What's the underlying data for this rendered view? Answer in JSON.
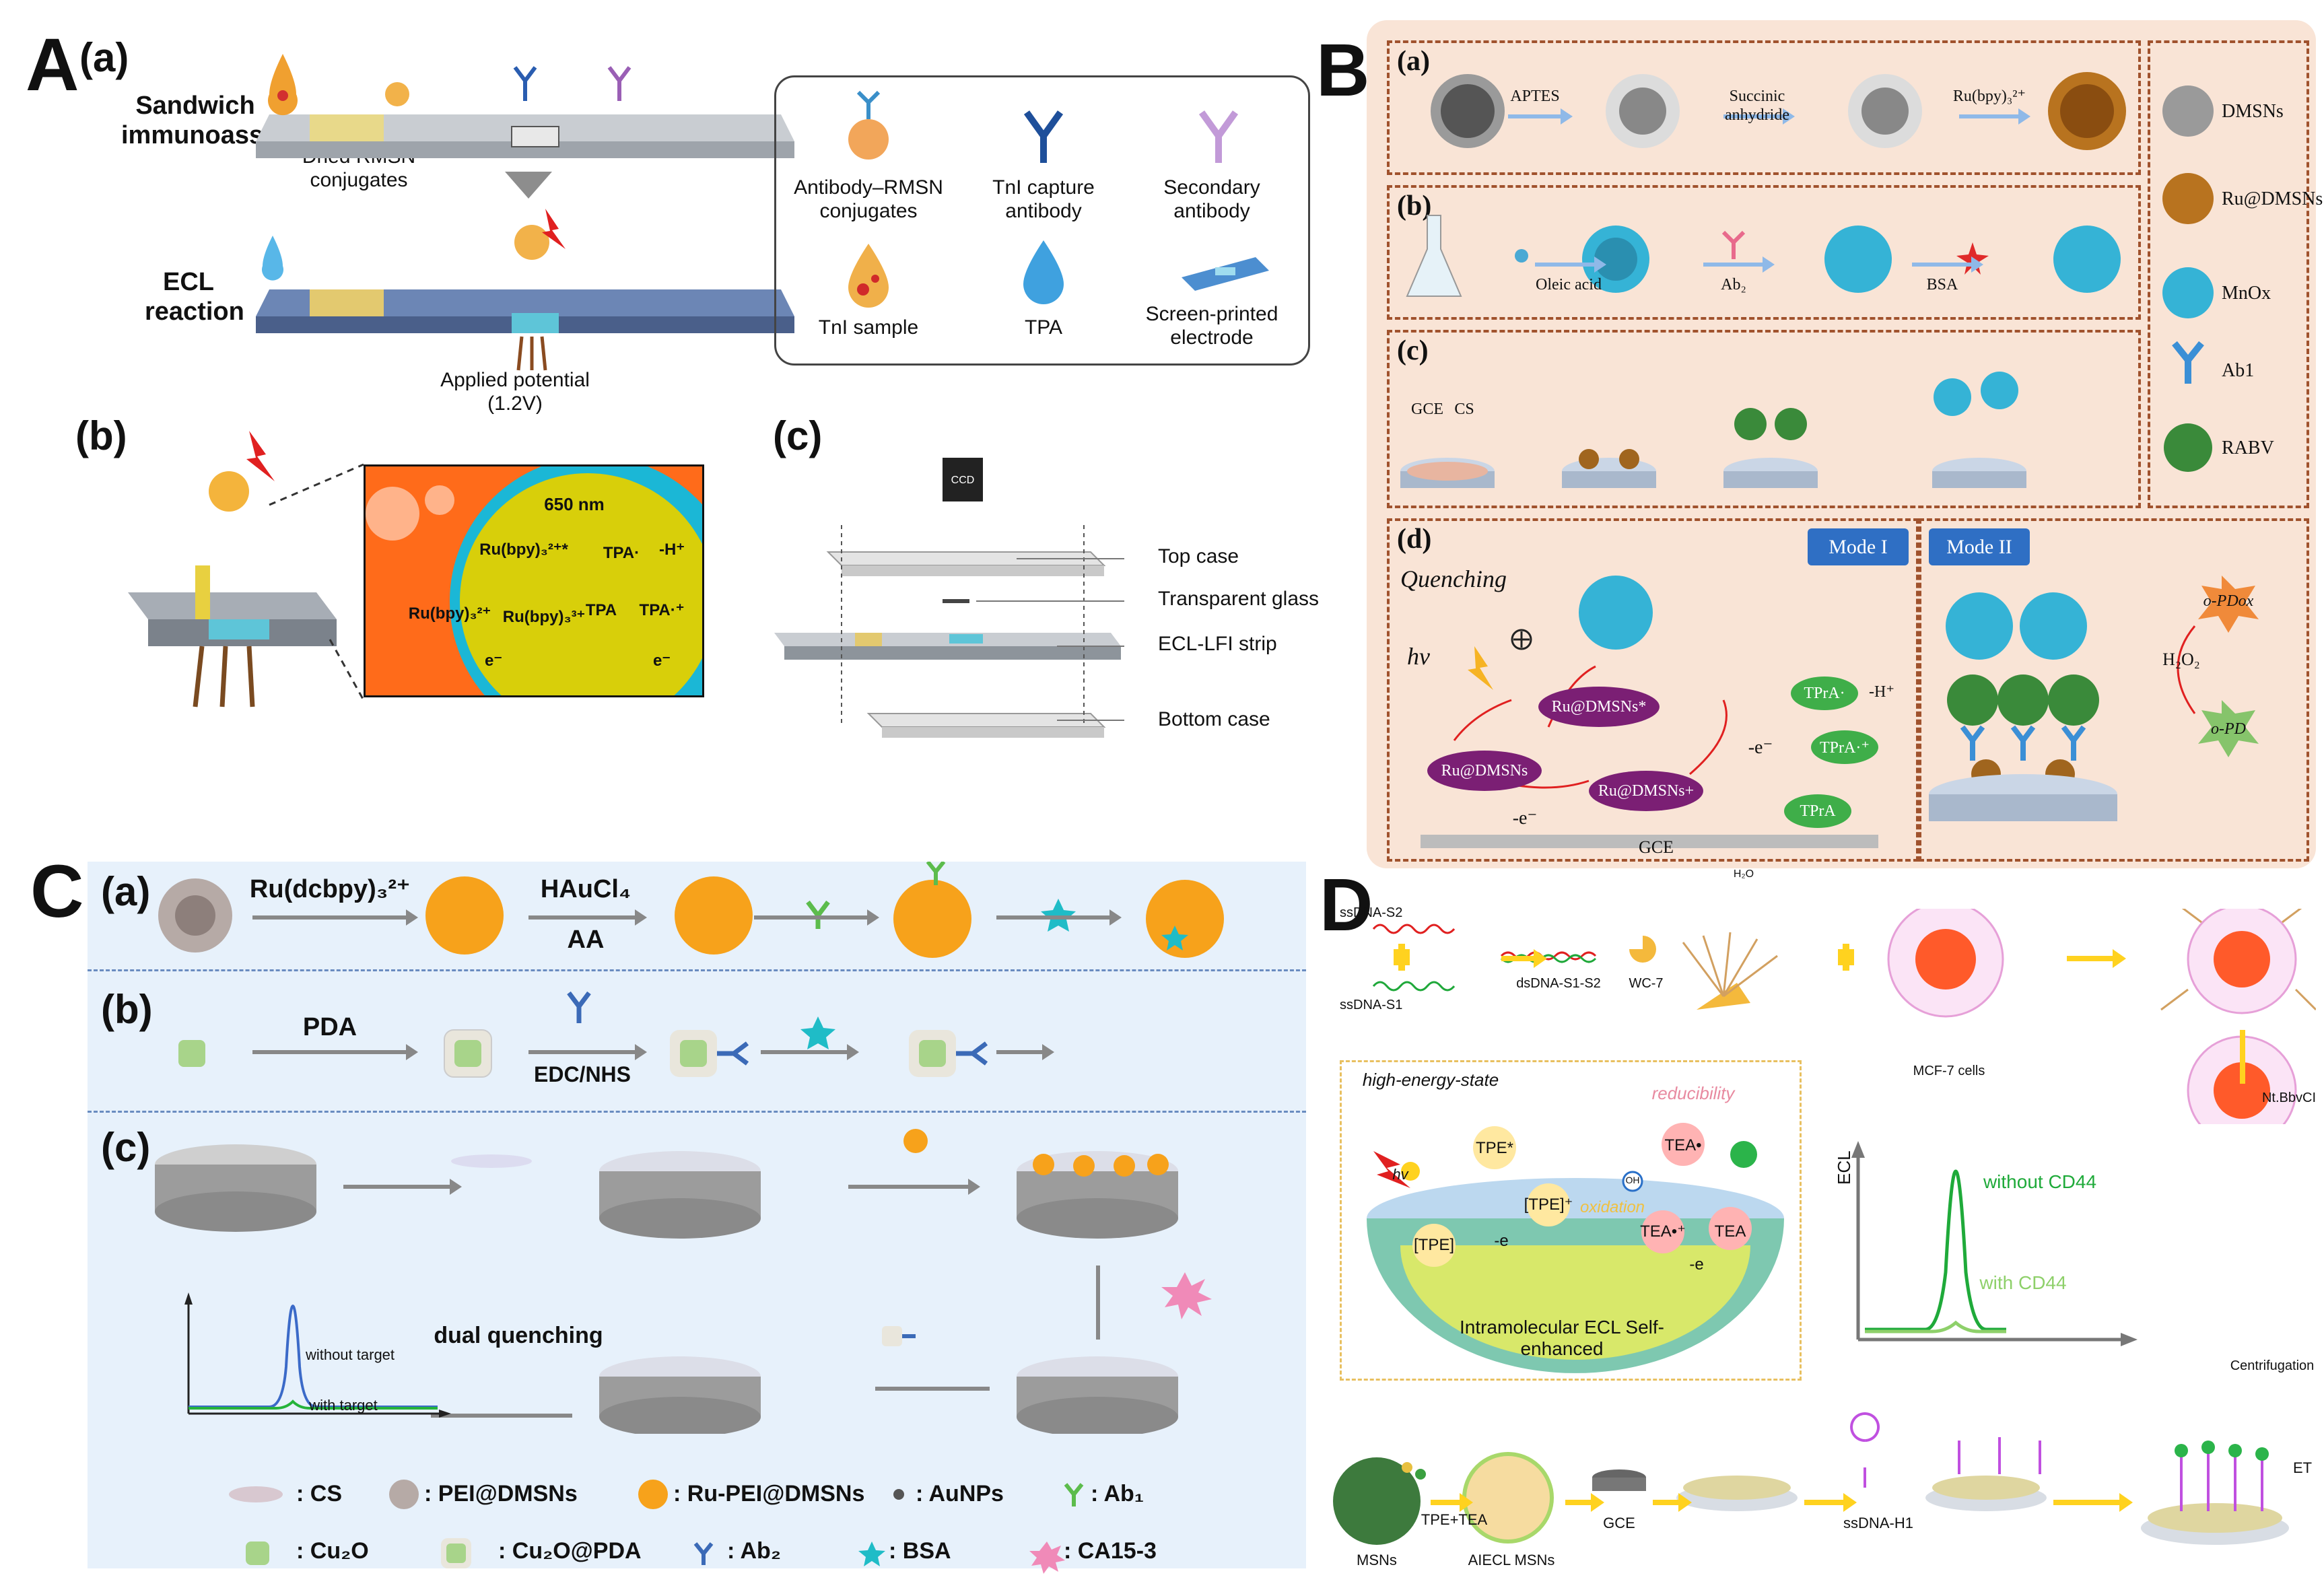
{
  "colors": {
    "panelB_bg": "#f9e4d6",
    "panelC_bg": "#e7f1fb",
    "dash": "#a0522d",
    "mode_blue": "#2f6fc4",
    "ru_purple": "#7b1f74",
    "tpra_green": "#3fae49",
    "arrow_yellow": "#ffd21f",
    "ecl_green": "#1faa3a"
  },
  "panelA": {
    "letter": "A",
    "sub_a": "(a)",
    "sub_b": "(b)",
    "sub_c": "(c)",
    "sandwich": "Sandwich immunoassay",
    "dried": "Dried RMSN conjugates",
    "ecl_reaction": "ECL reaction",
    "applied": "Applied potential (1.2V)",
    "legend": [
      {
        "label": "Antibody–RMSN conjugates",
        "icon": "rmsn-conjugate-icon"
      },
      {
        "label": "TnI capture antibody",
        "icon": "capture-antibody-icon"
      },
      {
        "label": "Secondary antibody",
        "icon": "secondary-antibody-icon"
      },
      {
        "label": "TnI sample",
        "icon": "sample-drop-icon"
      },
      {
        "label": "TPA",
        "icon": "tpa-drop-icon"
      },
      {
        "label": "Screen-printed electrode",
        "icon": "electrode-icon"
      }
    ],
    "mech": {
      "nm": "650 nm",
      "ru_excited": "Ru(bpy)₃²⁺*",
      "ru2": "Ru(bpy)₃²⁺",
      "ru3": "Ru(bpy)₃³⁺",
      "tpa": "TPA",
      "tpa_rad": "TPA·",
      "tpa_cat": "TPA·⁺",
      "h": "-H⁺",
      "e1": "e⁻",
      "e2": "e⁻"
    },
    "device": {
      "ccd": "CCD",
      "top": "Top case",
      "glass": "Transparent glass",
      "strip": "ECL-LFI strip",
      "bottom": "Bottom case"
    }
  },
  "panelB": {
    "letter": "B",
    "sub_a": "(a)",
    "sub_b": "(b)",
    "sub_c": "(c)",
    "sub_d": "(d)",
    "aptes": "APTES",
    "succinic": "Succinic anhydride",
    "rubpy": "Ru(bpy)₃²⁺",
    "oleic": "Oleic acid",
    "ab2": "Ab₂",
    "bsa": "BSA",
    "gce": "GCE",
    "cs": "CS",
    "legend": [
      {
        "label": "DMSNs",
        "icon": "dmsn-icon"
      },
      {
        "label": "Ru@DMSNs",
        "icon": "ru-dmsn-icon"
      },
      {
        "label": "MnOx",
        "icon": "mnox-icon"
      },
      {
        "label": "Ab1",
        "icon": "antibody-icon"
      },
      {
        "label": "RABV",
        "icon": "rabv-icon"
      }
    ],
    "mode1": "Mode I",
    "mode2": "Mode II",
    "quenching": "Quenching",
    "hv": "hv",
    "ru_star": "Ru@DMSNs*",
    "ru_a": "Ru@DMSNs",
    "ru_b": "Ru@DMSNs+",
    "tpra_rad": "TPrA·",
    "tpra_cat": "TPrA·⁺",
    "tpra": "TPrA",
    "h": "-H⁺",
    "e1": "-e⁻",
    "e2": "-e⁻",
    "gce_bar": "GCE",
    "opdox": "o-PDox",
    "h2o2": "H₂O₂",
    "opd": "o-PD"
  },
  "panelC": {
    "letter": "C",
    "sub_a": "(a)",
    "sub_b": "(b)",
    "sub_c": "(c)",
    "ru_dcbpy": "Ru(dcbpy)₃²⁺",
    "haucl4": "HAuCl₄",
    "aa": "AA",
    "pda": "PDA",
    "edc": "EDC/NHS",
    "dual": "dual quenching",
    "without": "without target",
    "with": "with target",
    "legend": [
      {
        "label": ": CS"
      },
      {
        "label": ": PEI@DMSNs"
      },
      {
        "label": ": Ru-PEI@DMSNs"
      },
      {
        "label": ": AuNPs"
      },
      {
        "label": ": Ab₁"
      },
      {
        "label": ": Cu₂O"
      },
      {
        "label": ": Cu₂O@PDA"
      },
      {
        "label": ": Ab₂"
      },
      {
        "label": ": BSA"
      },
      {
        "label": ": CA15-3"
      }
    ]
  },
  "panelD": {
    "letter": "D",
    "s2": "ssDNA-S2",
    "s1": "ssDNA-S1",
    "ds": "dsDNA-S1-S2",
    "wc7": "WC-7",
    "mcf7": "MCF-7 cells",
    "nt": "Nt.BbvCI",
    "centri": "Centrifugation",
    "et": "ET",
    "high": "high-energy-state",
    "reduc": "reducibility",
    "oxid": "oxidation",
    "tpe_star": "TPE*",
    "tpe_plus": "[TPE]⁺",
    "tpe": "[TPE]",
    "e1": "-e",
    "e2": "-e",
    "tea_dot": "TEA•",
    "tea_plus": "TEA•⁺",
    "tea": "TEA",
    "oh": "OH",
    "h2o": "H₂O",
    "hv": "hv",
    "intra": "Intramolecular ECL Self-enhanced",
    "ecl": "ECL",
    "without": "without CD44",
    "with": "with CD44",
    "msns": "MSNs",
    "tpetea": "TPE+TEA",
    "aiecl": "AIECL MSNs",
    "gce": "GCE",
    "h1": "ssDNA-H1"
  }
}
